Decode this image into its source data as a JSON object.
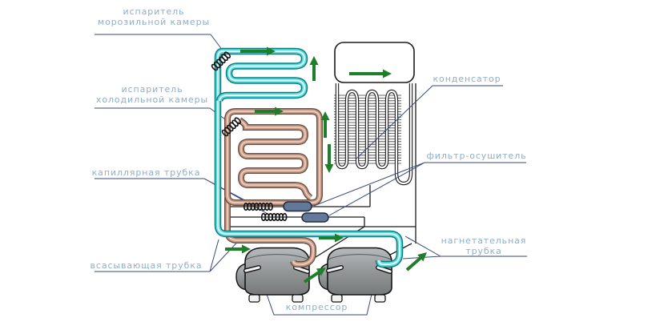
{
  "app": {
    "type": "technical-diagram",
    "subject": "Холодильный контур двухкомпрессорного холодильника"
  },
  "labels": {
    "freezer_evaporator_line1": "испаритель",
    "freezer_evaporator_line2": "морозильной камеры",
    "fridge_evaporator_line1": "испаритель",
    "fridge_evaporator_line2": "холодильной камеры",
    "capillary_tube": "капиллярная трубка",
    "suction_tube": "всасывающая трубка",
    "condenser": "конденсатор",
    "filter_drier": "фильтр-осушитель",
    "discharge_tube_line1": "нагнетательная",
    "discharge_tube_line2": "трубка",
    "compressor": "компрессор"
  },
  "colors": {
    "label_text": "#8FAEC8",
    "leader_line": "#39497A",
    "flow_arrow_green": "#1F7E2A",
    "freezer_coil_cyan": "#57DBDF",
    "fridge_coil_brown": "#C79A87",
    "outline_black": "#1C1C1C",
    "filter_drier_fill": "#64789A",
    "compressor_gray": "#939798",
    "background": "#FFFFFF"
  },
  "components": [
    "испаритель морозильной камеры",
    "испаритель холодильной камеры",
    "конденсатор",
    "фильтр-осушитель",
    "капиллярная трубка",
    "всасывающая трубка",
    "нагнетательная трубка",
    "компрессор"
  ]
}
